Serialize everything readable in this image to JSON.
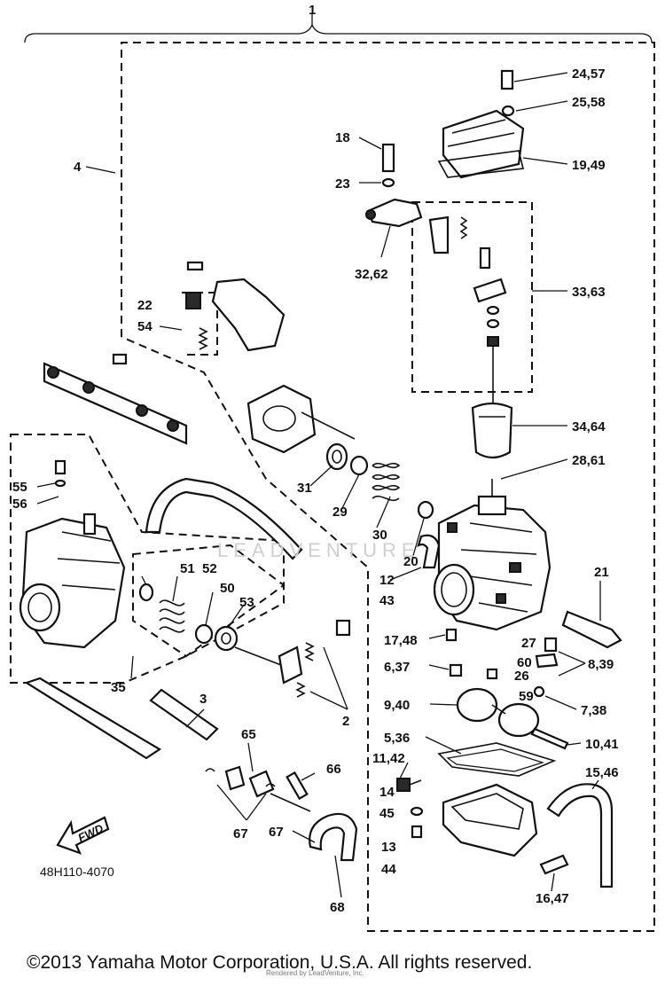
{
  "callouts": [
    {
      "id": "c1",
      "text": "1"
    },
    {
      "id": "c4",
      "text": "4"
    },
    {
      "id": "c18",
      "text": "18"
    },
    {
      "id": "c23",
      "text": "23"
    },
    {
      "id": "c2457",
      "text": "24,57"
    },
    {
      "id": "c2558",
      "text": "25,58"
    },
    {
      "id": "c1949",
      "text": "19,49"
    },
    {
      "id": "c3262",
      "text": "32,62"
    },
    {
      "id": "c3363",
      "text": "33,63"
    },
    {
      "id": "c22",
      "text": "22"
    },
    {
      "id": "c54",
      "text": "54"
    },
    {
      "id": "c3464",
      "text": "34,64"
    },
    {
      "id": "c2861",
      "text": "28,61"
    },
    {
      "id": "c55",
      "text": "55"
    },
    {
      "id": "c56",
      "text": "56"
    },
    {
      "id": "c31",
      "text": "31"
    },
    {
      "id": "c29",
      "text": "29"
    },
    {
      "id": "c30",
      "text": "30"
    },
    {
      "id": "c20",
      "text": "20"
    },
    {
      "id": "c12",
      "text": "12"
    },
    {
      "id": "c43",
      "text": "43"
    },
    {
      "id": "c21",
      "text": "21"
    },
    {
      "id": "c51",
      "text": "51"
    },
    {
      "id": "c52",
      "text": "52"
    },
    {
      "id": "c50",
      "text": "50"
    },
    {
      "id": "c53",
      "text": "53"
    },
    {
      "id": "c1748",
      "text": "17,48"
    },
    {
      "id": "c27",
      "text": "27"
    },
    {
      "id": "c60",
      "text": "60"
    },
    {
      "id": "c839",
      "text": "8,39"
    },
    {
      "id": "c637",
      "text": "6,37"
    },
    {
      "id": "c26",
      "text": "26"
    },
    {
      "id": "c59",
      "text": "59"
    },
    {
      "id": "c35",
      "text": "35"
    },
    {
      "id": "c3",
      "text": "3"
    },
    {
      "id": "c2",
      "text": "2"
    },
    {
      "id": "c940",
      "text": "9,40"
    },
    {
      "id": "c738",
      "text": "7,38"
    },
    {
      "id": "c536",
      "text": "5,36"
    },
    {
      "id": "c1041",
      "text": "10,41"
    },
    {
      "id": "c65",
      "text": "65"
    },
    {
      "id": "c1142",
      "text": "11,42"
    },
    {
      "id": "c66",
      "text": "66"
    },
    {
      "id": "c1546",
      "text": "15,46"
    },
    {
      "id": "c14",
      "text": "14"
    },
    {
      "id": "c45",
      "text": "45"
    },
    {
      "id": "c67a",
      "text": "67"
    },
    {
      "id": "c67b",
      "text": "67"
    },
    {
      "id": "c13",
      "text": "13"
    },
    {
      "id": "c44",
      "text": "44"
    },
    {
      "id": "c1647",
      "text": "16,47"
    },
    {
      "id": "c68",
      "text": "68"
    }
  ],
  "fwd_label": "FWD",
  "diagram_code": "48H110-4070",
  "watermark": "LEADVENTURE",
  "render_credit": "Rendered by LeadVenture, Inc.",
  "copyright": "©2013 Yamaha Motor Corporation, U.S.A. All rights reserved."
}
